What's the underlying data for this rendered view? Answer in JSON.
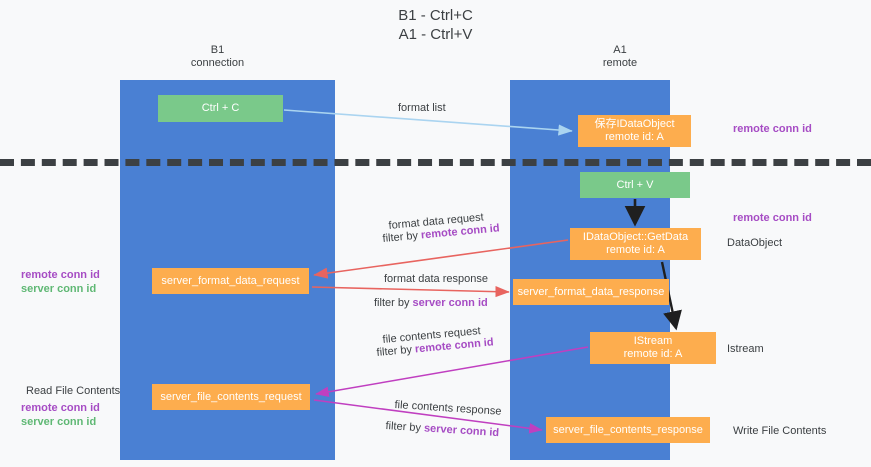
{
  "title": {
    "line1": "B1 - Ctrl+C",
    "line2": "A1 - Ctrl+V"
  },
  "lanes": [
    {
      "id": "b1",
      "name": "B1",
      "sub": "connection",
      "color": "#4a80d3"
    },
    {
      "id": "a1",
      "name": "A1",
      "sub": "remote",
      "color": "#4a80d3"
    }
  ],
  "colors": {
    "lane": "#4a80d3",
    "green_node": "#7ac98a",
    "orange_node": "#fdad4e",
    "purple_text": "#a64cc4",
    "green_text": "#5fb874",
    "red_arrow": "#e8645f",
    "magenta_arrow": "#c03fc0",
    "lightblue_arrow": "#aad4f0",
    "black_arrow": "#1f1f1f"
  },
  "nodes": {
    "ctrl_c": "Ctrl + C",
    "save_dataobject_l1": "保存IDataObject",
    "save_dataobject_l2": "remote id: A",
    "ctrl_v": "Ctrl + V",
    "getdata_l1": "IDataObject::GetData",
    "getdata_l2": "remote id: A",
    "server_format_data_request": "server_format_data_request",
    "server_format_data_response": "server_format_data_response",
    "istream_l1": "IStream",
    "istream_l2": "remote id: A",
    "server_file_contents_request": "server_file_contents_request",
    "server_file_contents_response": "server_file_contents_response"
  },
  "side_labels": {
    "remote_conn_id_top": "remote conn id",
    "remote_conn_id_mid": "remote conn id",
    "dataobject": "DataObject",
    "istream": "Istream",
    "write_file_contents": "Write File Contents",
    "read_file_contents": "Read File Contents",
    "remote_conn_id": "remote conn id",
    "server_conn_id": "server conn id"
  },
  "edge_labels": {
    "format_list": "format list",
    "format_data_request": "format data request",
    "filter_by": "filter by",
    "remote_conn_id": "remote conn id",
    "format_data_response": "format data response",
    "server_conn_id": "server conn id",
    "file_contents_request": "file contents request",
    "file_contents_response": "file contents response"
  }
}
